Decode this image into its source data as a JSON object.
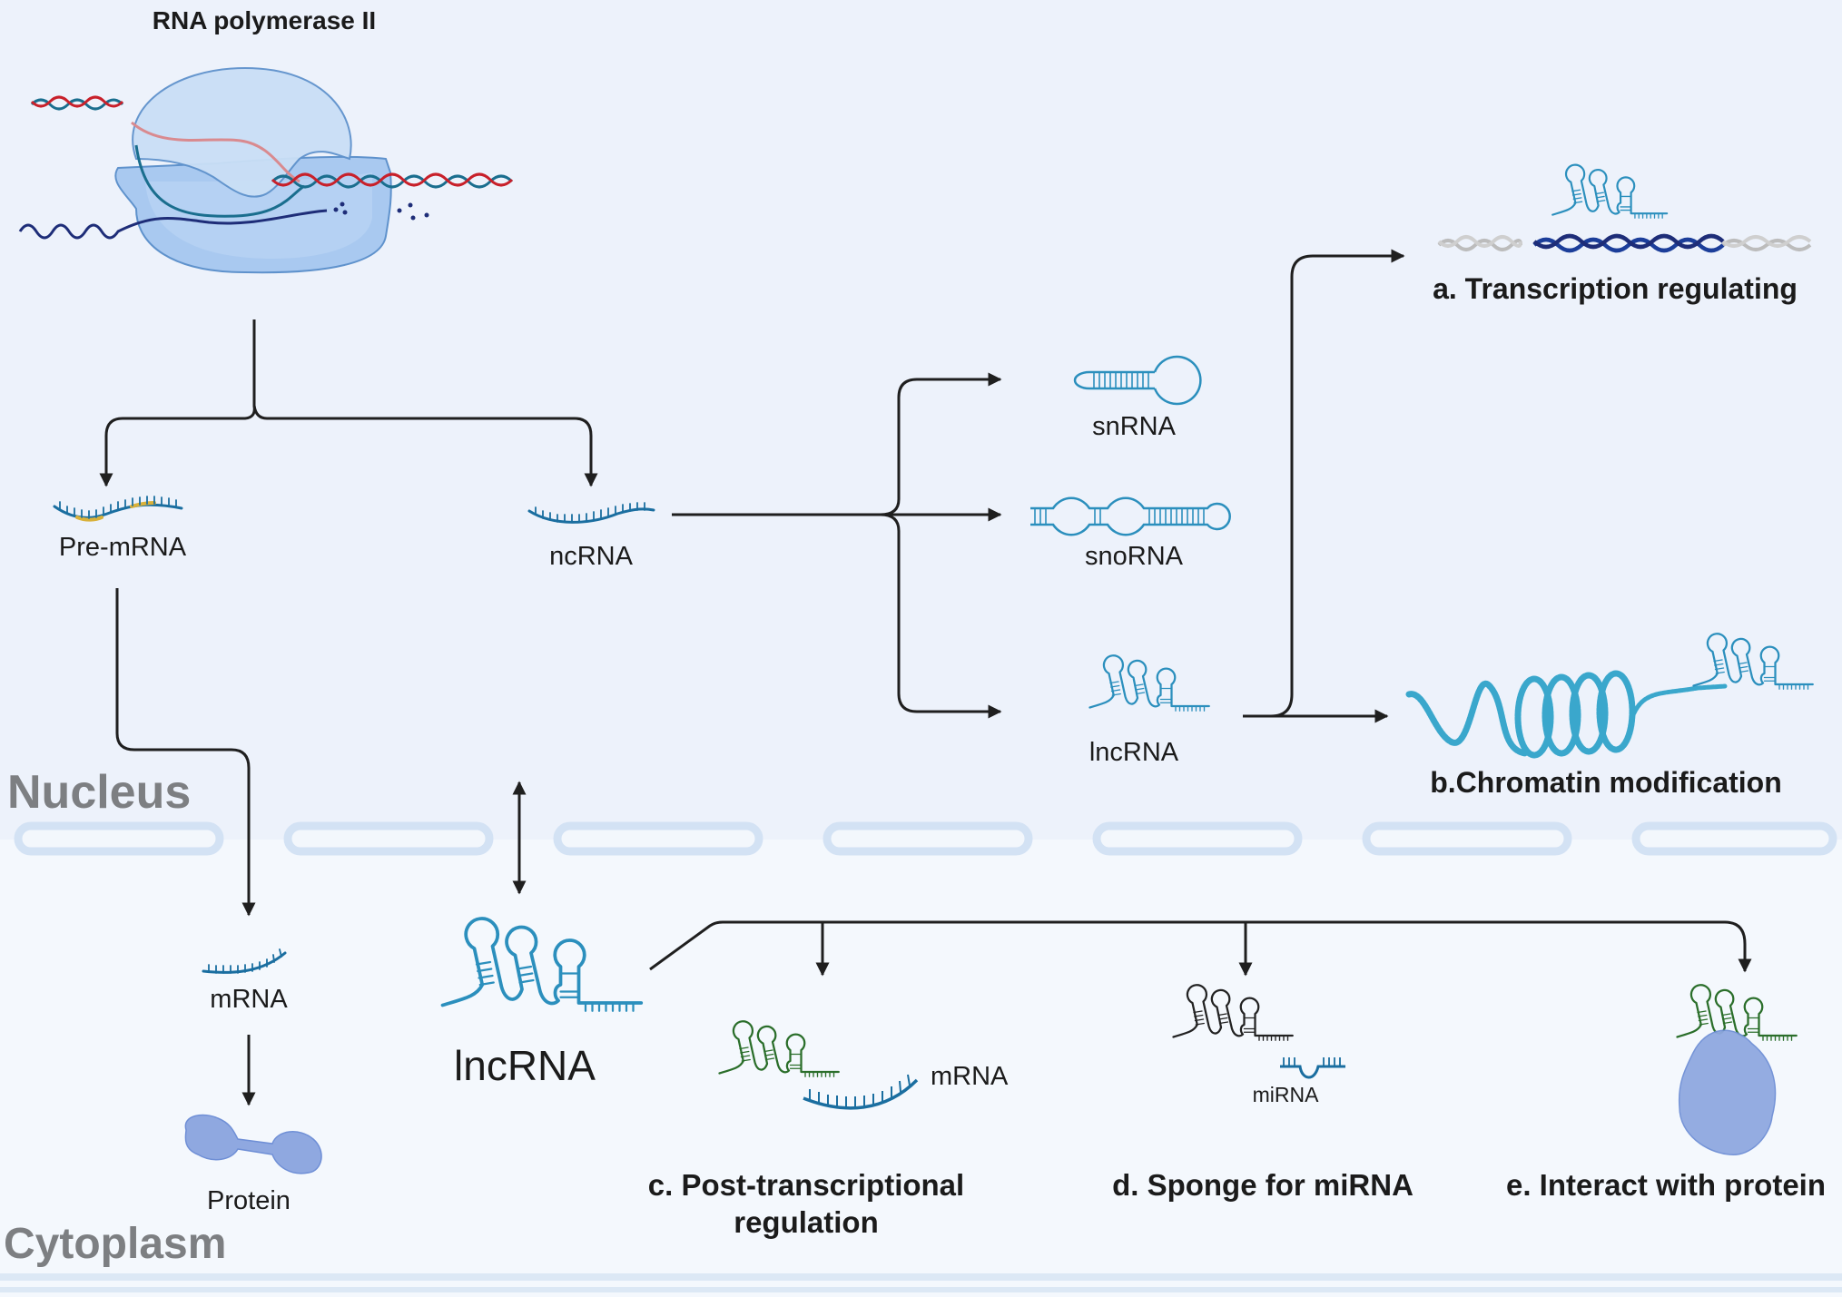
{
  "figure": {
    "title": "RNA polymerase II",
    "regions": {
      "nucleus": "Nucleus",
      "cytoplasm": "Cytoplasm"
    },
    "transcripts": {
      "pre_mrna": "Pre-mRNA",
      "ncrna": "ncRNA",
      "mrna": "mRNA",
      "protein": "Protein"
    },
    "ncrna_types": {
      "snrna": "snRNA",
      "snorna": "snoRNA",
      "lncrna": "lncRNA"
    },
    "cytoplasm_lncrna": "lncRNA",
    "functions": {
      "a": "a. Transcription regulating",
      "b": "b.Chromatin modification",
      "c_line1": "c. Post-transcriptional",
      "c_line2": "regulation",
      "c_mrna": "mRNA",
      "d": "d. Sponge for miRNA",
      "d_mirna": "miRNA",
      "e": "e. Interact with protein"
    },
    "colors": {
      "nucleus_bg": "#edf2fb",
      "cytoplasm_bg": "#f4f8fd",
      "rna_blue": "#2b8fbd",
      "rna_dark_blue": "#1a6ea0",
      "rna_green": "#2a6e2a",
      "rna_black": "#222222",
      "exon_yellow": "#d9b13a",
      "dna_red": "#c8202a",
      "dna_teal": "#1a6e8e",
      "dna_navy": "#1e2d78",
      "dna_grey": "#bcbcbc",
      "dna_deep_blue": "#1c3e9a",
      "chromatin": "#3aa7cc",
      "protein": "#8fa8e0",
      "polymerase": "#b9d4f2",
      "membrane": "#d3e2f4",
      "arrow": "#1f1f1f",
      "region_label": "#7d7f82"
    }
  }
}
